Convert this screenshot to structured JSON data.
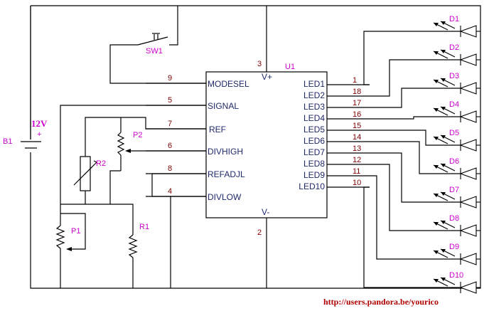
{
  "chip": {
    "name": "U1",
    "vplus": "V+",
    "vminus": "V-",
    "left_pins": [
      {
        "num": "9",
        "label": "MODESEL"
      },
      {
        "num": "5",
        "label": "SIGNAL"
      },
      {
        "num": "7",
        "label": "REF"
      },
      {
        "num": "6",
        "label": "DIVHIGH"
      },
      {
        "num": "8",
        "label": "REFADJL"
      },
      {
        "num": "4",
        "label": "DIVLOW"
      }
    ],
    "top_pin": "3",
    "bottom_pin": "2",
    "right_pins": [
      {
        "num": "1",
        "label": "LED1"
      },
      {
        "num": "18",
        "label": "LED2"
      },
      {
        "num": "17",
        "label": "LED3"
      },
      {
        "num": "16",
        "label": "LED4"
      },
      {
        "num": "15",
        "label": "LED5"
      },
      {
        "num": "14",
        "label": "LED6"
      },
      {
        "num": "13",
        "label": "LED7"
      },
      {
        "num": "12",
        "label": "LED8"
      },
      {
        "num": "11",
        "label": "LED9"
      },
      {
        "num": "10",
        "label": "LED10"
      }
    ]
  },
  "diodes": [
    "D1",
    "D2",
    "D3",
    "D4",
    "D5",
    "D6",
    "D7",
    "D8",
    "D9",
    "D10"
  ],
  "battery": {
    "name": "B1",
    "voltage": "12V",
    "plus": "+"
  },
  "switch": "SW1",
  "resistors": {
    "r1": "R1",
    "r2": "R2",
    "p1": "P1",
    "p2": "P2"
  },
  "footer_url": "http://users.pandora.be/yourico"
}
